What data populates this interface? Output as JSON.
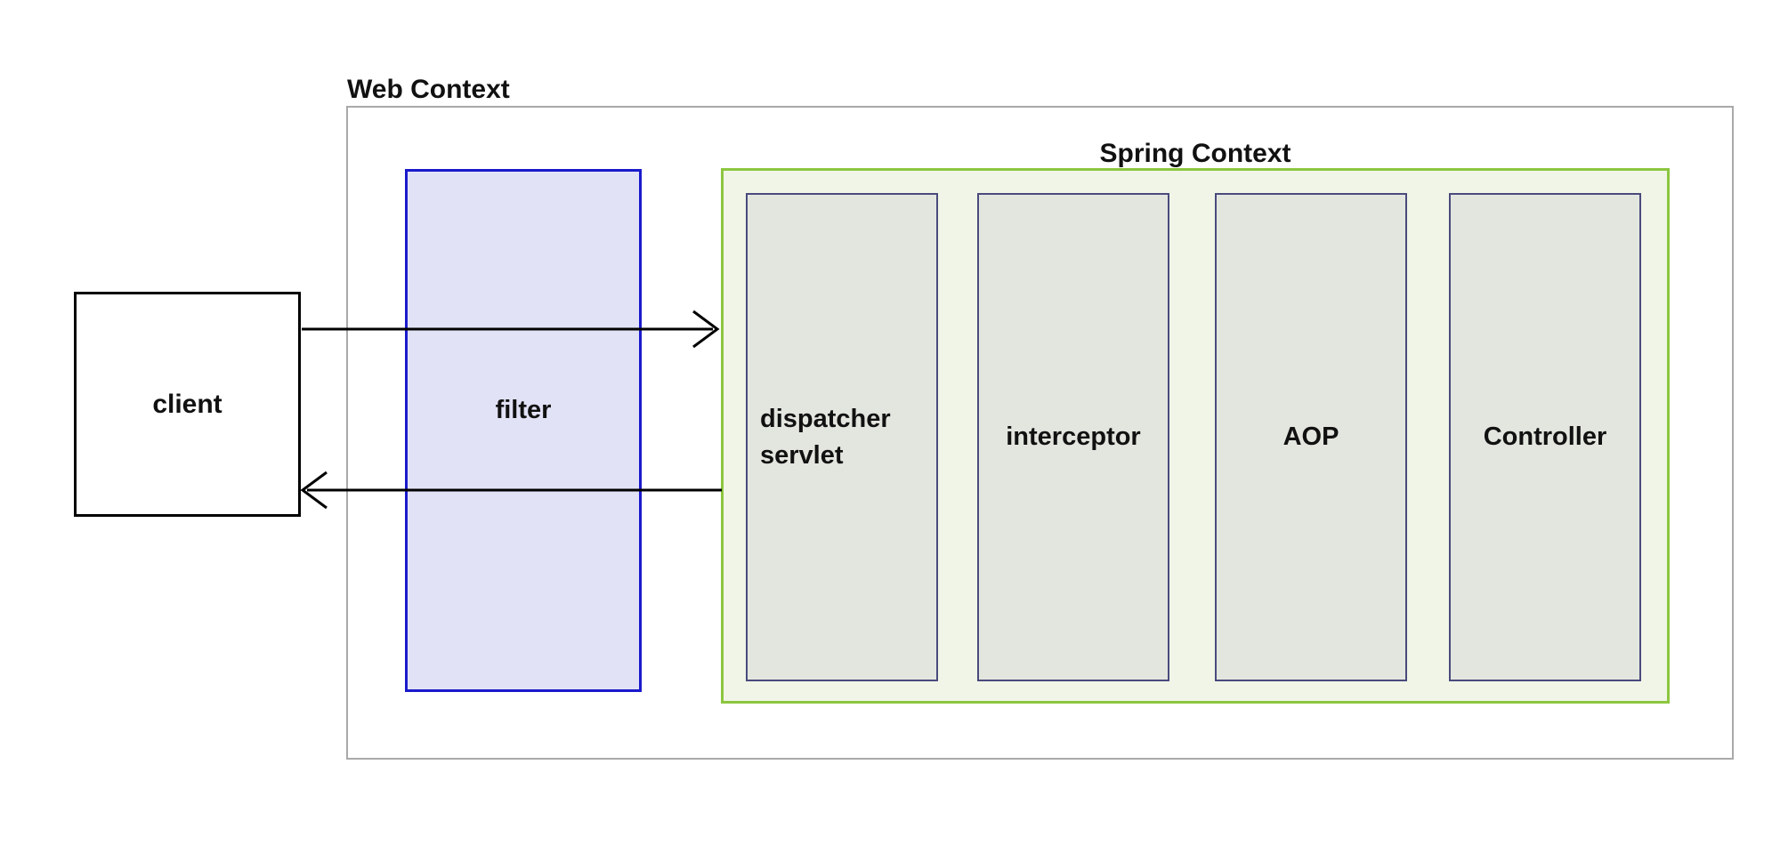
{
  "web_context": {
    "label": "Web Context"
  },
  "spring_context": {
    "label": "Spring Context",
    "components": [
      {
        "label": "dispatcher servlet"
      },
      {
        "label": "interceptor"
      },
      {
        "label": "AOP"
      },
      {
        "label": "Controller"
      }
    ]
  },
  "client": {
    "label": "client"
  },
  "filter": {
    "label": "filter"
  },
  "arrows": [
    {
      "name": "request-arrow",
      "from": "client",
      "to": "spring_context",
      "direction": "right"
    },
    {
      "name": "response-arrow",
      "from": "spring_context",
      "to": "client",
      "direction": "left"
    }
  ],
  "colors": {
    "web_context_border": "#a9a9a9",
    "filter_border": "#1a1acc",
    "filter_fill": "#e2e2f7",
    "spring_border": "#8cc63f",
    "spring_fill": "#f0f5e7",
    "component_border": "#4a4a7d",
    "component_fill": "#e3e6df",
    "arrow": "#000000",
    "text": "#111111"
  }
}
